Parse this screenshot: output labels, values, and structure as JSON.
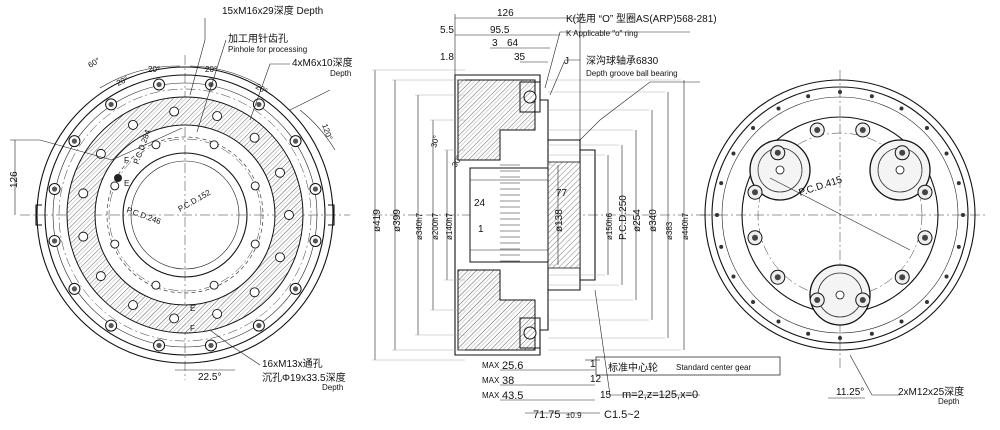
{
  "front_view": {
    "thread_top": "15xM16x29深度 Depth",
    "pinhole_cn": "加工用针齿孔",
    "pinhole_en": "Pinhole for processing",
    "tap_small": "4xM6x10深度",
    "tap_small_depth": "Depth",
    "angle_60": "60°",
    "angle_20a": "20°",
    "angle_20b": "20°",
    "angle_20c": "20°",
    "angle_20d": "20°",
    "angle_120": "120°",
    "dim_126": "126",
    "pcd_284": "P.C.D.284",
    "pcd_246": "P.C.D.246",
    "pcd_152": "P.C.D.152",
    "label_f1": "F",
    "label_e1": "E",
    "label_e2": "E",
    "label_f2": "F",
    "thru_hole": "16xM13x通孔",
    "counterbore": "沉孔Φ19x33.5深度",
    "counterbore_depth": "Depth",
    "angle_225": "22.5°"
  },
  "section_view": {
    "dim_126": "126",
    "dim_55": "5.5",
    "dim_955": "95.5",
    "dim_3": "3",
    "dim_64": "64",
    "dim_35": "35",
    "dim_18": "1.8",
    "oring_cn": "K(选用 “O” 型圈AS(ARP)568-281)",
    "oring_en": "K Applicable \"o\" ring",
    "label_j": "J",
    "bearing_cn": "深沟球轴承6830",
    "bearing_en": "Depth groove ball bearing",
    "chamfer_30a": "30°",
    "chamfer_30b": "30°",
    "dia_419": "ø419",
    "dia_399": "ø399",
    "dia_340": "ø340h7",
    "dia_200": "ø200h7",
    "dia_140": "ø140h7",
    "dia_138": "ø138",
    "dia_150": "ø150h6",
    "pcd_250": "P.C.D.250",
    "dia_254": "ø254",
    "dia_340b": "ø340",
    "dia_383": "ø383",
    "dia_440": "ø440h7",
    "dim_24": "24",
    "dim_77": "77",
    "dim_1": "1",
    "dim_1b": "1",
    "dim_12": "12",
    "dim_15": "15",
    "max_256": "25.6",
    "max_38": "38",
    "max_435": "43.5",
    "max": "MAX",
    "dim_7175": "71.75",
    "tol_7175": "±0.9",
    "chamfer_c": "C1.5~2",
    "gear_spec": "m=2,z=125,x=0",
    "std_gear_cn": "标准中心轮",
    "std_gear_en": "Standard center gear"
  },
  "rear_view": {
    "pcd_415": "P.C.D.415",
    "dim_1125": "11.25°",
    "tap": "2xM12x25深度",
    "tap_depth": "Depth"
  }
}
